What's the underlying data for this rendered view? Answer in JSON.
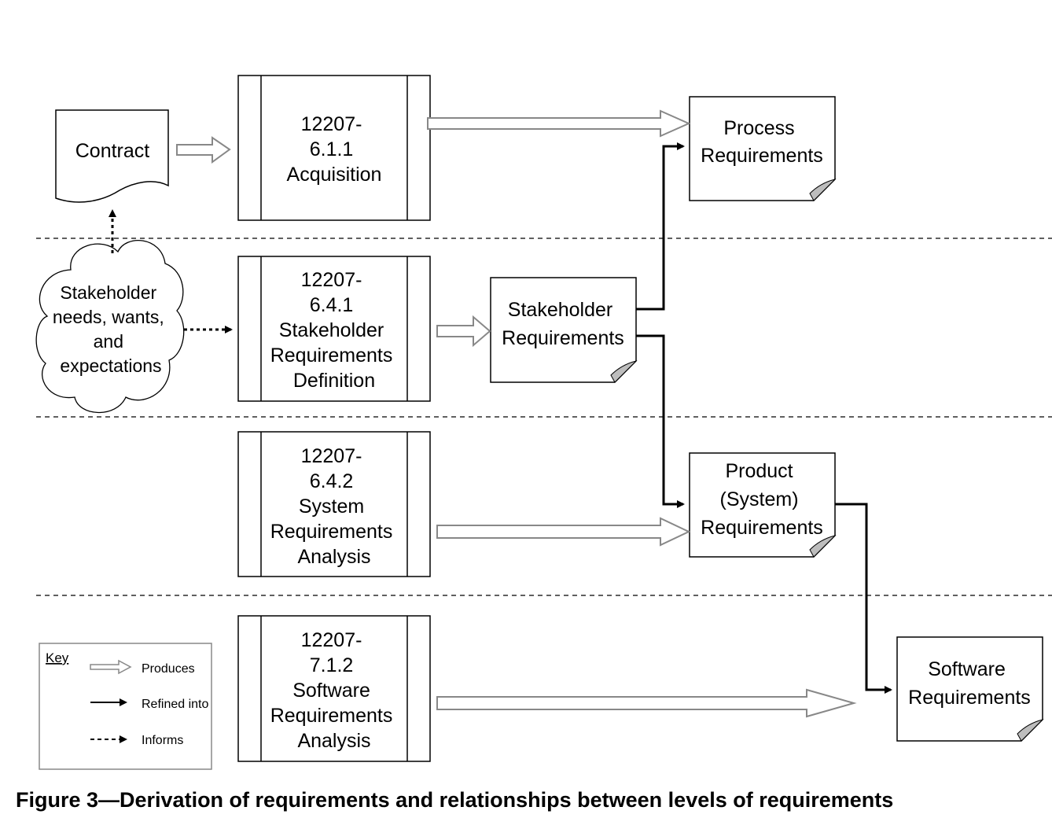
{
  "processes": [
    {
      "lines": [
        "12207-",
        "6.1.1",
        "Acquisition"
      ]
    },
    {
      "lines": [
        "12207-",
        "6.4.1",
        "Stakeholder",
        "Requirements",
        "Definition"
      ]
    },
    {
      "lines": [
        "12207-",
        "6.4.2",
        "System",
        "Requirements",
        "Analysis"
      ]
    },
    {
      "lines": [
        "12207-",
        "7.1.2",
        "Software",
        "Requirements",
        "Analysis"
      ]
    }
  ],
  "documents": {
    "contract": {
      "lines": [
        "Contract"
      ]
    },
    "process_req": {
      "lines": [
        "Process",
        "Requirements"
      ]
    },
    "stakeholder_req": {
      "lines": [
        "Stakeholder",
        "Requirements"
      ]
    },
    "product_req": {
      "lines": [
        "Product",
        "(System)",
        "Requirements"
      ]
    },
    "software_req": {
      "lines": [
        "Software",
        "Requirements"
      ]
    }
  },
  "cloud": {
    "lines": [
      "Stakeholder",
      "needs, wants,",
      "and",
      "expectations"
    ]
  },
  "key": {
    "title": "Key",
    "produces": "Produces",
    "refined_into": "Refined into",
    "informs": "Informs"
  },
  "caption": "Figure 3—Derivation of requirements and relationships between levels of requirements"
}
